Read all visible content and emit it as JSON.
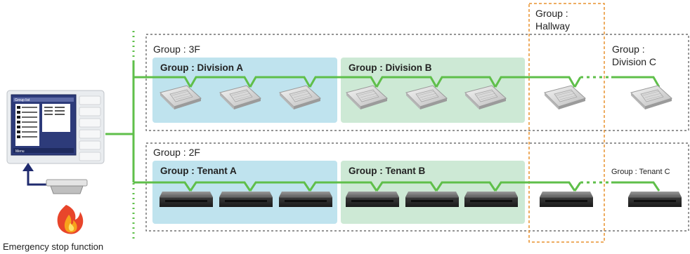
{
  "groups": {
    "floor3": "Group : 3F",
    "floor2": "Group : 2F",
    "division_a": "Group : Division A",
    "division_b": "Group : Division B",
    "division_c_line1": "Group :",
    "division_c_line2": "Division C",
    "hallway_line1": "Group :",
    "hallway_line2": "Hallway",
    "tenant_a": "Group : Tenant A",
    "tenant_b": "Group : Tenant B",
    "tenant_c": "Group : Tenant C"
  },
  "controller": {
    "screen_title": "Group list",
    "screen_footer": "Menu"
  },
  "emergency_label": "Emergency stop function",
  "colors": {
    "wire": "#5fbf4a",
    "group_blue": "#bfe3ee",
    "group_green": "#cde9d5",
    "hallway_border": "#e8922e",
    "floor_border": "#555555",
    "arrow": "#1f2a6e"
  }
}
